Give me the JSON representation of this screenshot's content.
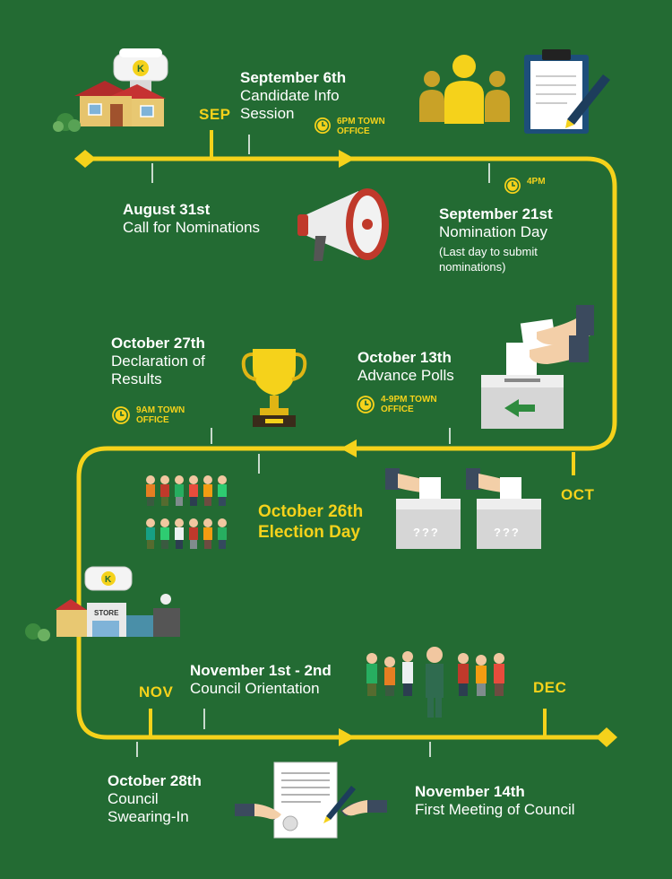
{
  "months": {
    "sep": "SEP",
    "oct": "OCT",
    "nov": "NOV",
    "dec": "DEC"
  },
  "events": {
    "sep6": {
      "title": "September 6th",
      "sub_line1": "Candidate Info",
      "sub_line2": "Session",
      "time": "6PM TOWN OFFICE"
    },
    "aug31": {
      "title": "August 31st",
      "sub": "Call for Nominations"
    },
    "sep21": {
      "title": "September 21st",
      "sub": "Nomination Day",
      "note_line1": "(Last day to submit",
      "note_line2": "nominations)",
      "time": "4PM"
    },
    "oct27": {
      "title": "October 27th",
      "sub_line1": "Declaration of",
      "sub_line2": "Results",
      "time": "9AM TOWN OFFICE"
    },
    "oct13": {
      "title": "October 13th",
      "sub": "Advance Polls",
      "time": "4-9PM TOWN OFFICE"
    },
    "oct26": {
      "title_line1": "October 26th",
      "title_line2": "Election Day"
    },
    "nov1": {
      "title": "November 1st - 2nd",
      "sub": "Council Orientation"
    },
    "oct28": {
      "title": "October 28th",
      "sub_line1": "Council",
      "sub_line2": "Swearing-In"
    },
    "nov14": {
      "title": "November 14th",
      "sub": "First Meeting of Council"
    }
  },
  "ballot_box_marks": [
    "???",
    "???"
  ],
  "store_sign": "STORE",
  "colors": {
    "background": "#236b33",
    "track": "#f5d21b",
    "accent": "#f5d21b"
  },
  "icons": [
    "house-icon",
    "water-tower-icon",
    "people-group-icon",
    "clipboard-icon",
    "pen-icon",
    "megaphone-icon",
    "ballot-box-icon",
    "trophy-icon",
    "crowd-icon",
    "store-icon",
    "council-group-icon",
    "handshake-contract-icon",
    "clock-icon"
  ]
}
